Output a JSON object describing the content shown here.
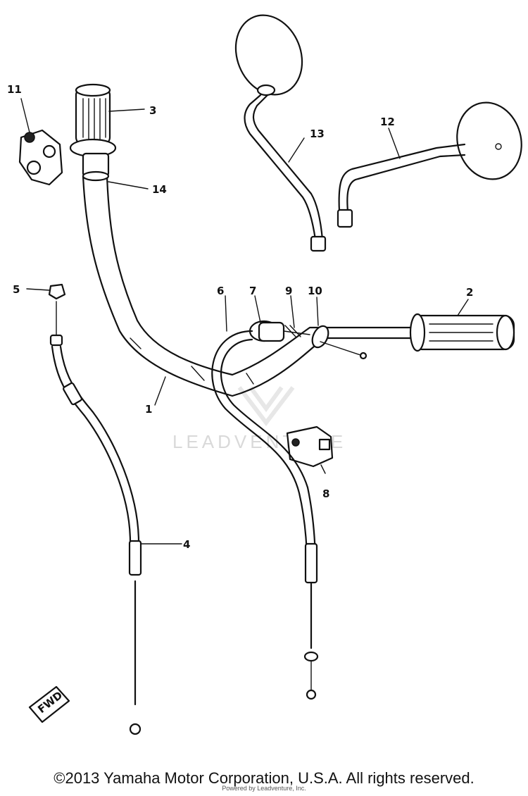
{
  "callouts": {
    "c1": "1",
    "c2": "2",
    "c3": "3",
    "c4": "4",
    "c5": "5",
    "c6": "6",
    "c7": "7",
    "c8": "8",
    "c9": "9",
    "c10": "10",
    "c11": "11",
    "c12": "12",
    "c13": "13",
    "c14": "14"
  },
  "fwd_label": "FWD",
  "watermark": "LEADVENTURE",
  "footer": {
    "copyright": "©2013 Yamaha Motor Corporation, U.S.A. All rights reserved.",
    "credit": "Powered by Leadventure, Inc."
  }
}
